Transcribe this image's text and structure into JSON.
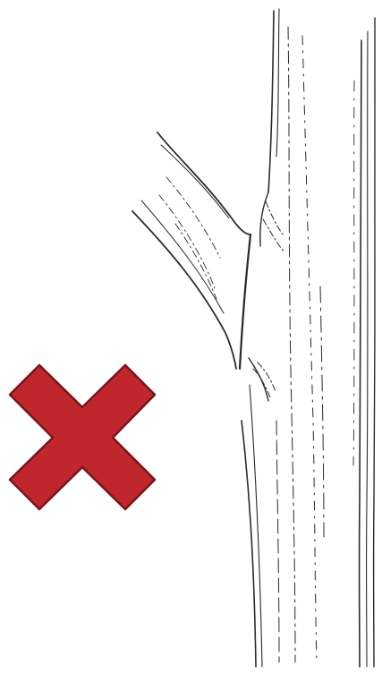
{
  "illustration": {
    "subject": "incorrect-pruning-cut",
    "parts": [
      "tree-trunk",
      "cut-branch-stub",
      "wrong-mark"
    ]
  },
  "colors": {
    "background": "#ffffff",
    "ink": "#2a2a2a",
    "mark_fill": "#c0272d",
    "mark_outline": "#7a1418"
  },
  "icons": {
    "wrong_mark": "red-x-icon"
  }
}
